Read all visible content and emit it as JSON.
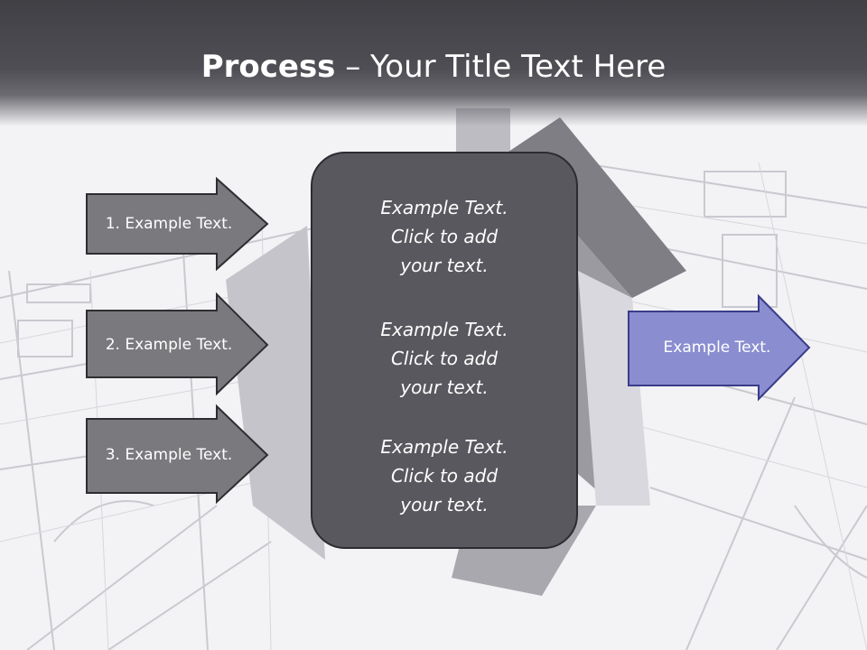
{
  "title": {
    "bold": "Process",
    "rest": " – Your Title Text Here"
  },
  "left_arrows": [
    {
      "label": "1. Example Text."
    },
    {
      "label": "2. Example Text."
    },
    {
      "label": "3. Example Text."
    }
  ],
  "center_box": {
    "paragraphs": [
      {
        "line1": "Example Text.",
        "line2": "Click  to add",
        "line3": "your text."
      },
      {
        "line1": "Example Text.",
        "line2": "Click  to add",
        "line3": "your text."
      },
      {
        "line1": "Example Text.",
        "line2": "Click  to add",
        "line3": "your text."
      }
    ]
  },
  "right_arrow": {
    "label": "Example Text."
  },
  "colors": {
    "header": "#404045",
    "gray_arrow_fill": "#7a7a7e",
    "gray_arrow_stroke": "#2e2e32",
    "center_fill": "#58585e",
    "accent_arrow_fill": "#8a8ed0",
    "accent_arrow_stroke": "#3a3c8a"
  }
}
